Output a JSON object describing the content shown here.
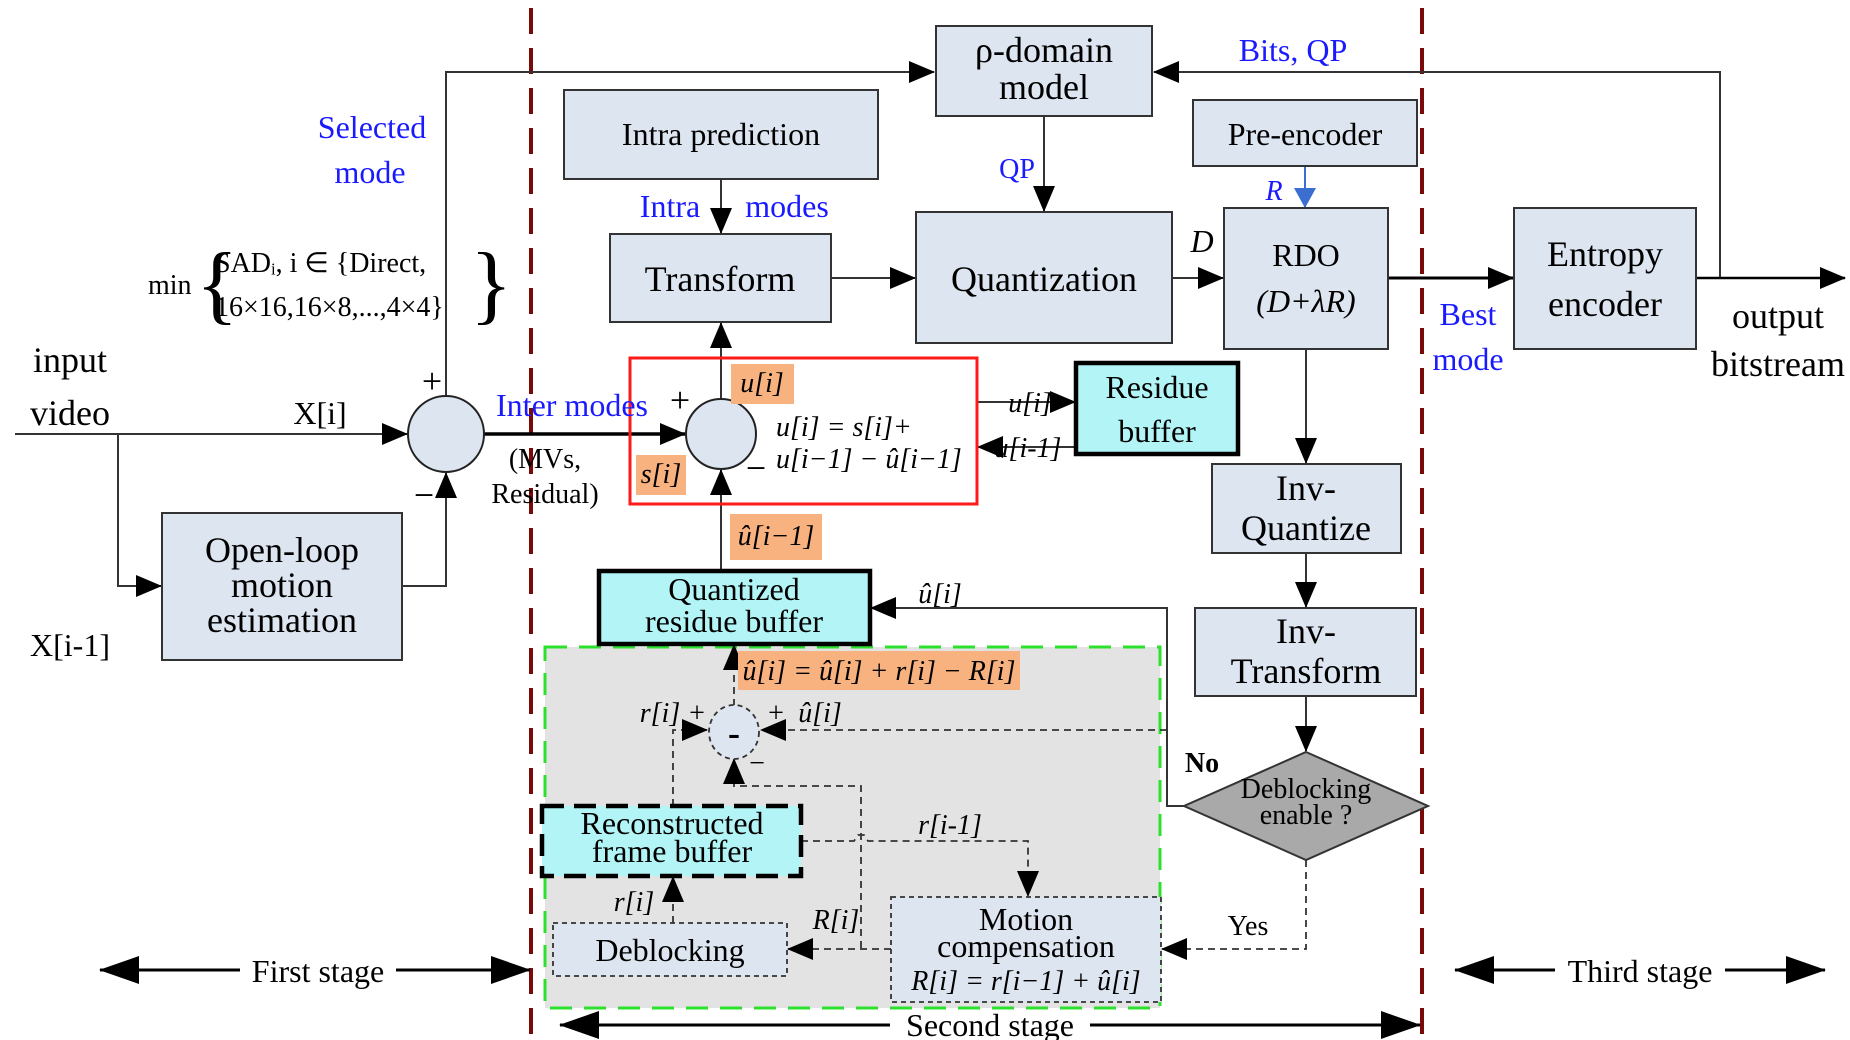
{
  "colors": {
    "box_fill": "#dde5f0",
    "buffer_fill": "#b3f5f7",
    "highlight_fill": "#f7b27f",
    "label_blue": "#1a1aff",
    "stage_divider": "#7a0a0a",
    "red_box": "#ff1a1a",
    "green_region": "#2ee02e",
    "region_gray": "#e3e3e3",
    "diamond_fill": "#a9a9a9"
  },
  "blocks": {
    "rho_model": [
      "ρ-domain",
      "model"
    ],
    "intra_prediction": "Intra prediction",
    "pre_encoder": "Pre-encoder",
    "transform": "Transform",
    "quantization": "Quantization",
    "rdo": [
      "RDO",
      "(D+λR)"
    ],
    "entropy": [
      "Entropy",
      "encoder"
    ],
    "residue_buffer": [
      "Residue",
      "buffer"
    ],
    "inv_quantize": [
      "Inv-",
      "Quantize"
    ],
    "inv_transform": [
      "Inv-",
      "Transform"
    ],
    "decision": [
      "Deblocking",
      "enable ?"
    ],
    "open_loop": [
      "Open-loop",
      "motion",
      "estimation"
    ],
    "quantized_residue_buffer": [
      "Quantized",
      "residue buffer"
    ],
    "reconstructed_frame_buffer": [
      "Reconstructed",
      "frame buffer"
    ],
    "deblocking": "Deblocking",
    "motion_comp": [
      "Motion",
      "compensation",
      "R[i] = r[i−1] + û[i]"
    ]
  },
  "labels": {
    "selected_mode": [
      "Selected",
      "mode"
    ],
    "bits_qp": "Bits, QP",
    "qp": "QP",
    "r_rate": "R",
    "d_dist": "D",
    "intra": "Intra",
    "modes": "modes",
    "best_mode": [
      "Best",
      "mode"
    ],
    "output": [
      "output",
      "bitstream"
    ],
    "input": [
      "input",
      "video"
    ],
    "x_i": "X[i]",
    "x_i_1": "X[i-1]",
    "min_formula": [
      "min",
      "SADᵢ, i ∈ {Direct,",
      "16×16,16×8,...,4×4}"
    ],
    "inter_modes": "Inter modes",
    "mvs_residual": [
      "(MVs,",
      "Residual)"
    ],
    "plus": "+",
    "minus": "−",
    "u_i": "u[i]",
    "s_i": "s[i]",
    "u_formula": [
      "u[i] = s[i]+",
      "u[i−1] − û[i−1]"
    ],
    "u_i_out": "u[i]",
    "u_i_1_in": "u[i-1]",
    "uhat_i_1": "û[i−1]",
    "uhat_i": "û[i]",
    "uhat_update": "û[i] = û[i] + r[i] − R[i]",
    "r_i": "r[i]",
    "r_i_1": "r[i-1]",
    "R_i": "R[i]",
    "minus_op": "-",
    "no": "No",
    "yes": "Yes"
  },
  "stages": {
    "first": "First stage",
    "second": "Second stage",
    "third": "Third stage"
  }
}
